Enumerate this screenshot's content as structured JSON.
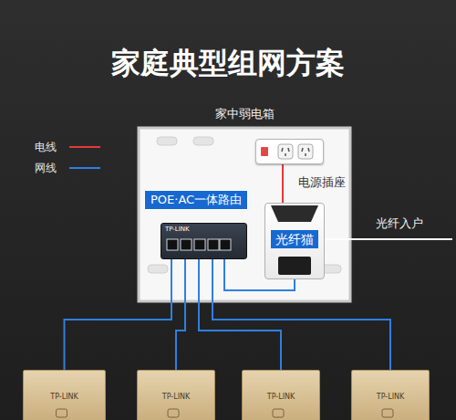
{
  "diagram": {
    "title": "家庭典型组网方案",
    "nodes": [
      {
        "text": [
          "家中弱电箱"
        ]
      },
      {
        "text": [
          "电源插座"
        ],
        "in": 0
      },
      {
        "text": [
          "POE·AC一体路由",
          "TP-LINK"
        ],
        "in": 0
      },
      {
        "text": [
          "光纤猫"
        ],
        "in": 0
      },
      {
        "text": [
          "TP-LINK"
        ]
      },
      {
        "text": [
          "TP-LINK"
        ]
      },
      {
        "text": [
          "TP-LINK"
        ]
      },
      {
        "text": [
          "TP-LINK"
        ]
      }
    ],
    "edges": [
      {
        "from": 1,
        "to": 3,
        "arrow": "none"
      },
      {
        "from": 2,
        "to": 3,
        "arrow": "none"
      },
      {
        "from": 2,
        "to": 4,
        "arrow": "none"
      },
      {
        "from": 2,
        "to": 5,
        "arrow": "none"
      },
      {
        "from": 2,
        "to": 6,
        "arrow": "none"
      },
      {
        "from": 2,
        "to": 7,
        "arrow": "none"
      }
    ],
    "labels": [
      "光纤入户"
    ],
    "legend": [
      {
        "text": "电线"
      },
      {
        "text": "网线"
      }
    ]
  }
}
